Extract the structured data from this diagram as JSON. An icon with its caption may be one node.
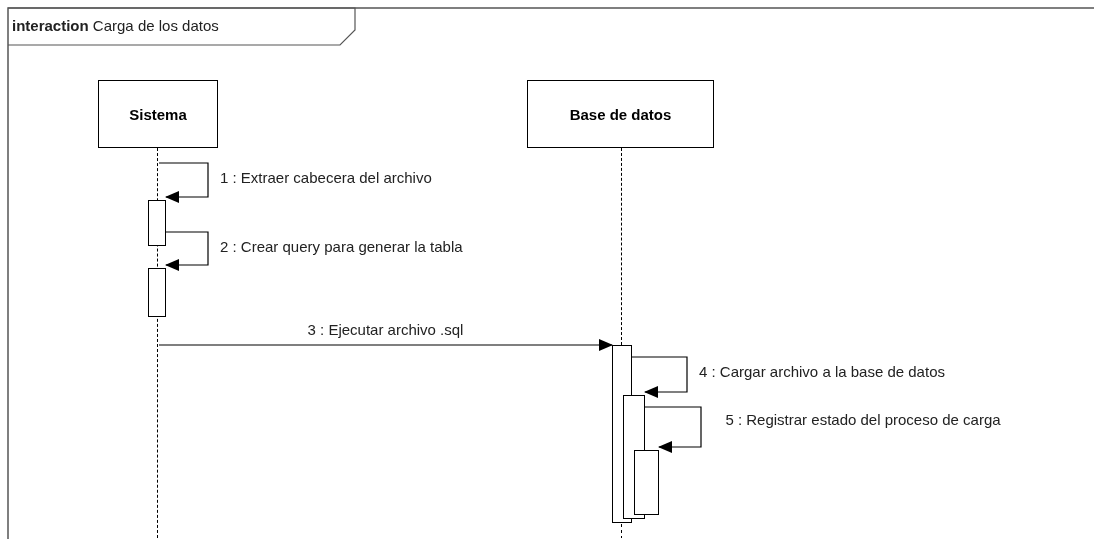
{
  "diagram": {
    "title": "**interaction** Carga de los datos",
    "nodes": [
      {
        "text": [
          "Sistema"
        ]
      },
      {
        "text": [],
        "shape": "line"
      },
      {
        "text": [
          "Base de datos"
        ]
      },
      {
        "text": [],
        "shape": "line"
      },
      {
        "text": [],
        "shape": "bar"
      },
      {
        "text": [],
        "shape": "bar"
      },
      {
        "text": [],
        "shape": "bar"
      },
      {
        "text": [],
        "shape": "bar"
      },
      {
        "text": [],
        "shape": "bar"
      }
    ],
    "edges": [
      {
        "from": 1,
        "to": 4,
        "arrow": "to",
        "label": "1 : Extraer cabecera del archivo"
      },
      {
        "from": 4,
        "to": 5,
        "arrow": "to",
        "label": "2 : Crear query para generar la tabla"
      },
      {
        "from": 1,
        "to": 6,
        "arrow": "to",
        "label": "3 : Ejecutar archivo .sql"
      },
      {
        "from": 6,
        "to": 7,
        "arrow": "to",
        "label": "4 : Cargar archivo a la base de datos"
      },
      {
        "from": 7,
        "to": 8,
        "arrow": "to",
        "label": "5 : Registrar estado del proceso de carga"
      }
    ]
  }
}
